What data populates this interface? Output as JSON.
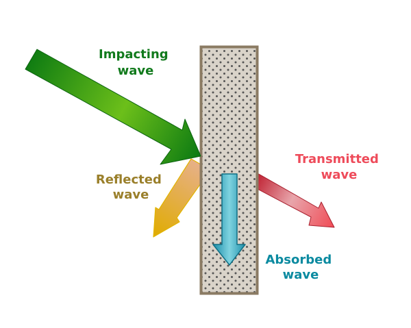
{
  "labels": {
    "impacting_line1": "Impacting",
    "impacting_line2": "wave",
    "reflected_line1": "Reflected",
    "reflected_line2": "wave",
    "transmitted_line1": "Transmitted",
    "transmitted_line2": "wave",
    "absorbed_line1": "Absorbed",
    "absorbed_line2": "wave"
  },
  "colors": {
    "impacting": "#117a1c",
    "reflected": "#9a7f2a",
    "transmitted": "#ee4b5a",
    "absorbed": "#0a8aa0",
    "wall_fill": "#d8d2c8",
    "wall_border": "#8b7b63",
    "wall_dots": "#555555"
  },
  "icons": {
    "impacting": "arrow-right-down-icon",
    "reflected": "arrow-left-down-icon",
    "transmitted": "arrow-right-down-icon",
    "absorbed": "arrow-down-icon"
  }
}
